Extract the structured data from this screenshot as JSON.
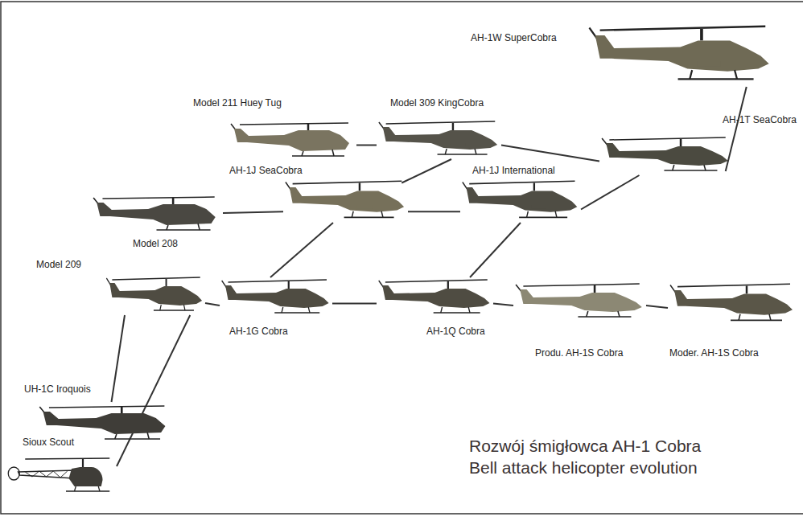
{
  "diagram": {
    "title": "Rozwój śmigłowca AH-1 Cobra",
    "caption": "Bell attack helicopter evolution",
    "nodes": [
      {
        "text": [
          "AH-1W SuperCobra"
        ]
      },
      {
        "text": [
          "Model 211 Huey Tug"
        ]
      },
      {
        "text": [
          "Model 309 KingCobra"
        ]
      },
      {
        "text": [
          "AH-1T SeaCobra"
        ]
      },
      {
        "text": [
          "AH-1J SeaCobra"
        ]
      },
      {
        "text": [
          "AH-1J International"
        ]
      },
      {
        "text": [
          "Model 208"
        ]
      },
      {
        "text": [
          "Model 209"
        ]
      },
      {
        "text": [
          "AH-1G Cobra"
        ]
      },
      {
        "text": [
          "AH-1Q Cobra"
        ]
      },
      {
        "text": [
          "Produ. AH-1S Cobra"
        ]
      },
      {
        "text": [
          "Moder. AH-1S Cobra"
        ]
      },
      {
        "text": [
          "UH-1C Iroquois"
        ]
      },
      {
        "text": [
          "Sioux Scout"
        ]
      }
    ],
    "edges": [
      {
        "from": 13,
        "to": 7,
        "arrow": "none"
      },
      {
        "from": 12,
        "to": 7,
        "arrow": "none"
      },
      {
        "from": 7,
        "to": 8,
        "arrow": "none"
      },
      {
        "from": 6,
        "to": 4,
        "arrow": "none"
      },
      {
        "from": 8,
        "to": 4,
        "arrow": "none"
      },
      {
        "from": 8,
        "to": 9,
        "arrow": "none"
      },
      {
        "from": 9,
        "to": 10,
        "arrow": "none"
      },
      {
        "from": 10,
        "to": 11,
        "arrow": "none"
      },
      {
        "from": 9,
        "to": 5,
        "arrow": "none"
      },
      {
        "from": 4,
        "to": 5,
        "arrow": "none"
      },
      {
        "from": 4,
        "to": 2,
        "arrow": "none"
      },
      {
        "from": 1,
        "to": 2,
        "arrow": "none"
      },
      {
        "from": 2,
        "to": 3,
        "arrow": "none"
      },
      {
        "from": 5,
        "to": 3,
        "arrow": "none"
      },
      {
        "from": 3,
        "to": 0,
        "arrow": "none"
      }
    ]
  }
}
